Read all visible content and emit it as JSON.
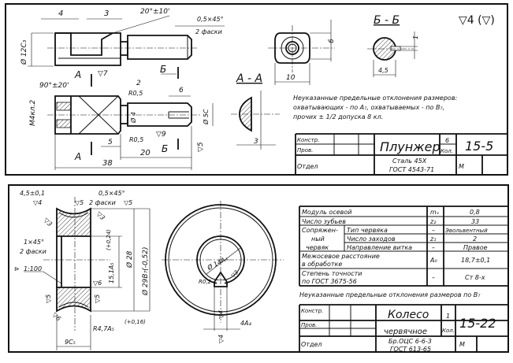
{
  "sheet1": {
    "dims": {
      "d4": "4",
      "d3": "3",
      "angle": "20°±10'",
      "chamfer": "0,5×45°",
      "chamfer_count": "2 фаски",
      "dia12": "Ø 12C₃",
      "rough7": "▽7",
      "angle90": "90°±20'",
      "d2": "2",
      "r05a": "R0,5",
      "r05b": "R0,5",
      "d6": "6",
      "thread": "M4кл.2",
      "dia4": "Ø 4",
      "dia5": "Ø 5C",
      "rough9": "▽9",
      "rough5": "▽5",
      "d5": "5",
      "d20": "20",
      "d38": "38",
      "cutA": "А",
      "cutB": "Б",
      "d10": "10",
      "d6b": "6",
      "d45": "4,5",
      "d1": "1",
      "d3b": "3"
    },
    "section_aa": "А - А",
    "section_bb": "Б - Б",
    "roughness": "▽4 (▽)",
    "note": [
      "Неуказанные предельные отклонения размеров:",
      "охватывающих - по A₇, охватываемых - по B₇,",
      "прочих ± 1/2 допуска 8 кл."
    ],
    "title_block": {
      "konstr": "Констр.",
      "prov": "Пров.",
      "otdel": "Отдел",
      "name": "Плунжер",
      "qty": "6",
      "qty_label": "Кол.",
      "number": "15-5",
      "material_1": "Сталь 45Х",
      "material_2": "ГОСТ 4543-71",
      "scale": "М"
    }
  },
  "sheet2": {
    "dims": {
      "w45": "4,5±0,1",
      "r4": "▽4",
      "chamfer": "0,5×45°",
      "chamfer_count": "2 фаски",
      "r5a": "▽5",
      "r5b": "▽5",
      "r3a": "▽3",
      "r3b": "▽3",
      "ch1": "1×45°",
      "ch1_count": "2 фаски",
      "taper": "1:100",
      "bore": "15,1A₅",
      "bore_tol": "(+0,24)",
      "r6": "▽6",
      "dia28": "Ø 28",
      "dia29": "Ø 29B₇(-0,52)",
      "r5c": "▽5",
      "r5d": "▽5",
      "r6b": "▽6",
      "radius": "R4,7A₅",
      "radius_tol": "(+0,16)",
      "w9": "9C₅",
      "dia14": "Ø 14A₄",
      "r02": "R0,2",
      "r3c": "▽3",
      "r4a": "▽4",
      "r4b": "▽4",
      "key": "4A₄"
    },
    "params": [
      {
        "label": "Модуль осевой",
        "symbol": "mₓ",
        "value": "0,8"
      },
      {
        "label": "Число зубьев",
        "symbol": "z₂",
        "value": "33"
      },
      {
        "group": "Сопряжен- ный червяк",
        "label": "Тип червяка",
        "symbol": "–",
        "value": "Эвольвентный"
      },
      {
        "label": "Число заходов",
        "symbol": "z₁",
        "value": "2"
      },
      {
        "label": "Направление витка",
        "symbol": "–",
        "value": "Правое"
      },
      {
        "label": "Межосевое расстояние в обработке",
        "symbol": "A₀",
        "value": "18,7±0,1"
      },
      {
        "label": "Степень точности по ГОСТ 3675-56",
        "symbol": "–",
        "value": "Ст 8-х"
      }
    ],
    "group_lines": [
      "Сопряжен-",
      "ный",
      "червяк"
    ],
    "label5_lines": [
      "Межосевое расстояние",
      "в обработке"
    ],
    "label6_lines": [
      "Степень точности",
      "по ГОСТ  3675-56"
    ],
    "note": "Неуказанные предельные отклонения размеров по B₇",
    "title_block": {
      "konstr": "Констр.",
      "prov": "Пров.",
      "otdel": "Отдел",
      "name_1": "Колесо",
      "name_2": "червячное",
      "qty": "1",
      "qty_label": "Кол.",
      "number": "15-22",
      "material_1": "Бр.ОЦС 6-6-3",
      "material_2": "ГОСТ 613-65",
      "scale": "М"
    }
  }
}
